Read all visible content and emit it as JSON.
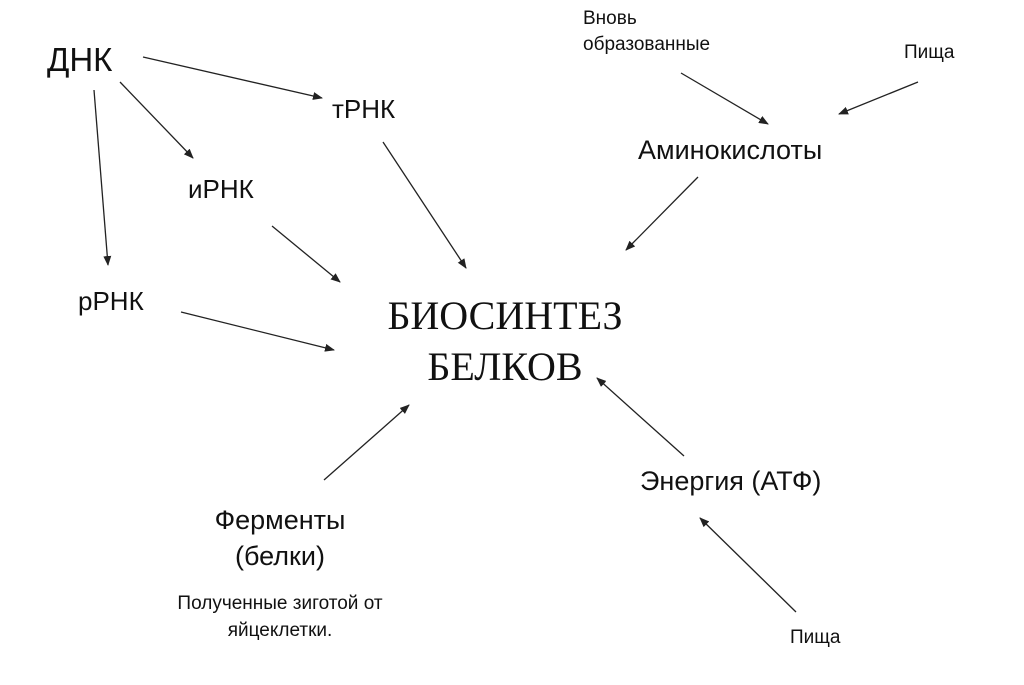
{
  "nodes": {
    "dna": "ДНК",
    "trna": "тРНК",
    "irna": "иРНК",
    "rrna": "рРНК",
    "center_line1": "БИОСИНТЕЗ",
    "center_line2": "БЕЛКОВ",
    "amino_acids": "Аминокислоты",
    "newly_formed_line1": "Вновь",
    "newly_formed_line2": "образованные",
    "food_top": "Пища",
    "energy": "Энергия (АТФ)",
    "food_bottom": "Пища",
    "enzymes_line1": "Ферменты",
    "enzymes_line2": "(белки)",
    "zygote_line1": "Полученные зиготой от",
    "zygote_line2": "яйцеклетки."
  },
  "arrows": [
    {
      "from": "dna",
      "to": "trna"
    },
    {
      "from": "dna",
      "to": "irna"
    },
    {
      "from": "dna",
      "to": "rrna"
    },
    {
      "from": "trna",
      "to": "biosynthesis"
    },
    {
      "from": "irna",
      "to": "biosynthesis"
    },
    {
      "from": "rrna",
      "to": "biosynthesis"
    },
    {
      "from": "newly_formed",
      "to": "amino_acids"
    },
    {
      "from": "food_top",
      "to": "amino_acids"
    },
    {
      "from": "amino_acids",
      "to": "biosynthesis"
    },
    {
      "from": "energy",
      "to": "biosynthesis"
    },
    {
      "from": "food_bottom",
      "to": "energy"
    },
    {
      "from": "enzymes",
      "to": "biosynthesis"
    }
  ]
}
